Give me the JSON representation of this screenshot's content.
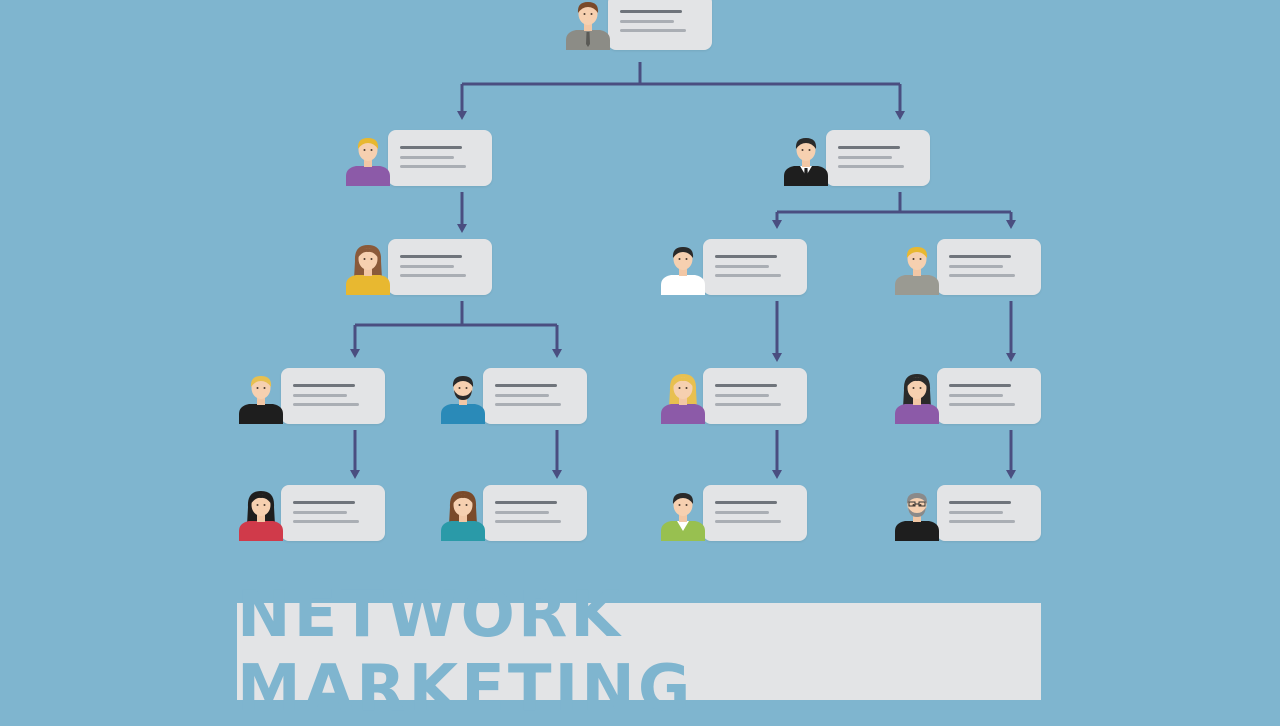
{
  "banner": {
    "text": "NETWORK MARKETING"
  },
  "colors": {
    "background": "#7fb5cf",
    "connector": "#4a4e80",
    "card": "#e3e4e6",
    "banner_text": "#7fb5cf"
  },
  "nodes": [
    {
      "id": "root",
      "level": 0,
      "parent": null,
      "avatar": {
        "hair": "#7a4a2a",
        "shirt": "#8c8c86",
        "tie": "#5a5a56"
      }
    },
    {
      "id": "l1-a",
      "level": 1,
      "parent": "root",
      "avatar": {
        "hair": "#e8b830",
        "shirt": "#8c5aa8"
      }
    },
    {
      "id": "l1-b",
      "level": 1,
      "parent": "root",
      "avatar": {
        "hair": "#2a2a2a",
        "shirt": "#1e1e1e",
        "collar": "#ffffff",
        "tie": "#1e1e1e"
      }
    },
    {
      "id": "l2-a",
      "level": 2,
      "parent": "l1-a",
      "avatar": {
        "hair": "#8a5a3a",
        "shirt": "#e8b830",
        "long_hair": true
      }
    },
    {
      "id": "l2-b",
      "level": 2,
      "parent": "l1-b",
      "avatar": {
        "hair": "#2a2a2a",
        "shirt": "#ffffff",
        "collar": "#ffffff"
      }
    },
    {
      "id": "l2-c",
      "level": 2,
      "parent": "l1-b",
      "avatar": {
        "hair": "#e8b830",
        "shirt": "#9a9a92"
      }
    },
    {
      "id": "l3-a",
      "level": 3,
      "parent": "l2-a",
      "avatar": {
        "hair": "#e8c050",
        "shirt": "#1e1e1e"
      }
    },
    {
      "id": "l3-b",
      "level": 3,
      "parent": "l2-a",
      "avatar": {
        "hair": "#2a2a2a",
        "shirt": "#2a8ab8",
        "beard": true
      }
    },
    {
      "id": "l3-c",
      "level": 3,
      "parent": "l2-b",
      "avatar": {
        "hair": "#e8c050",
        "shirt": "#8c5aa8",
        "long_hair": true
      }
    },
    {
      "id": "l3-d",
      "level": 3,
      "parent": "l2-c",
      "avatar": {
        "hair": "#2a2a2a",
        "shirt": "#8c5aa8",
        "long_hair": true
      }
    },
    {
      "id": "l4-a",
      "level": 4,
      "parent": "l3-a",
      "avatar": {
        "hair": "#1e1e1e",
        "shirt": "#d03a4a",
        "long_hair": true
      }
    },
    {
      "id": "l4-b",
      "level": 4,
      "parent": "l3-b",
      "avatar": {
        "hair": "#7a4a2a",
        "shirt": "#2a9aa8",
        "long_hair": true
      }
    },
    {
      "id": "l4-c",
      "level": 4,
      "parent": "l3-c",
      "avatar": {
        "hair": "#2a2a2a",
        "shirt": "#98c050",
        "collar": "#ffffff"
      }
    },
    {
      "id": "l4-d",
      "level": 4,
      "parent": "l3-d",
      "avatar": {
        "hair": "#8a8a8a",
        "shirt": "#1e1e1e",
        "beard": true,
        "glasses": true
      }
    }
  ]
}
